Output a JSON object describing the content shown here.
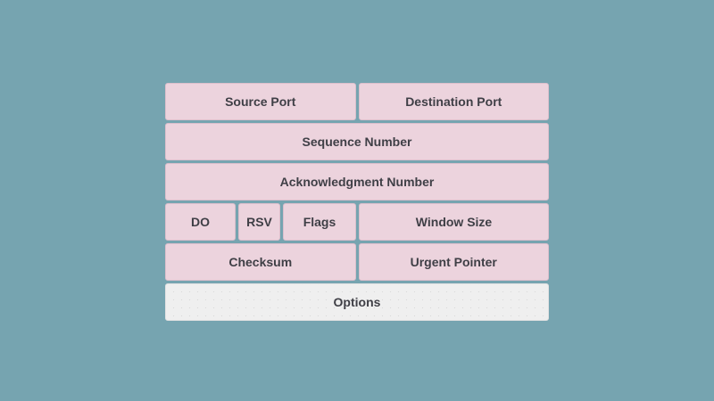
{
  "header_fields": {
    "source_port": "Source Port",
    "destination_port": "Destination Port",
    "sequence_number": "Sequence Number",
    "acknowledgment_number": "Acknowledgment Number",
    "data_offset": "DO",
    "reserved": "RSV",
    "flags": "Flags",
    "window_size": "Window Size",
    "checksum": "Checksum",
    "urgent_pointer": "Urgent Pointer",
    "options": "Options"
  },
  "colors": {
    "background": "#76a4b0",
    "field_fill": "#ecd3dd",
    "options_fill": "#efefef",
    "text": "#3f3f46"
  }
}
